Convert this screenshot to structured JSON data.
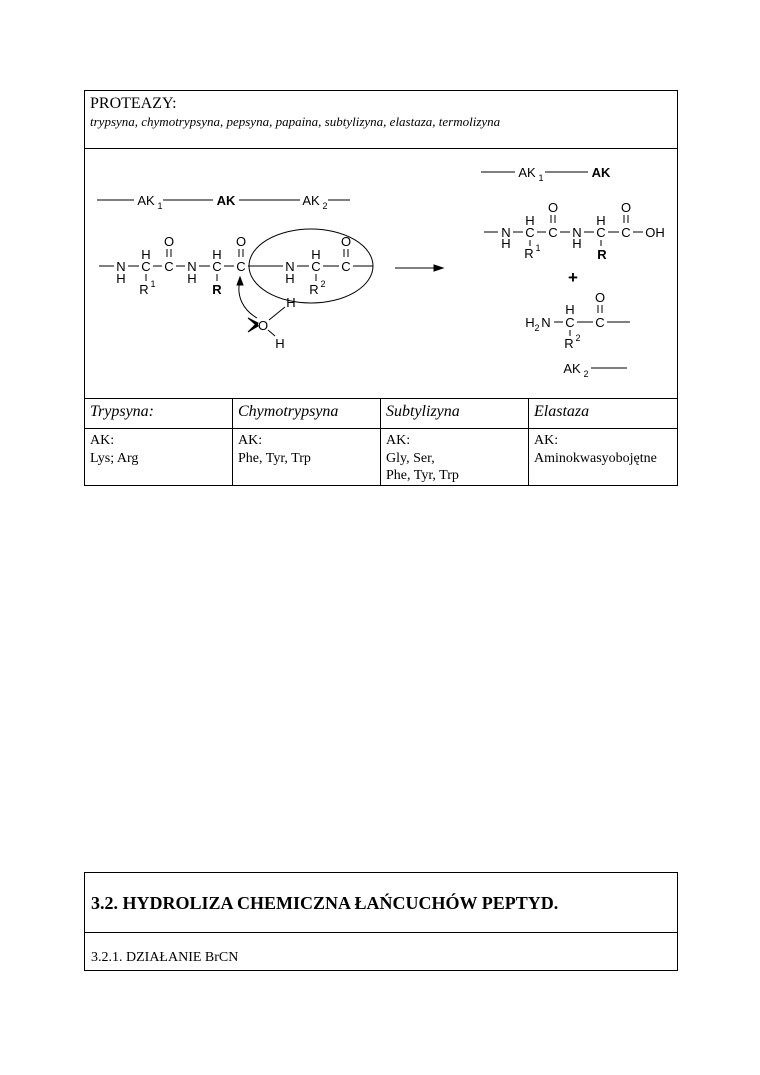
{
  "header": {
    "title": "PROTEAZY:",
    "subtitle": "trypsyna, chymotrypsyna, pepsyna, papaina, subtylizyna, elastaza, termolizyna"
  },
  "diagram": {
    "ak": "AK",
    "n": "N",
    "h": "H",
    "c": "C",
    "o": "O",
    "r": "R",
    "oh": "OH",
    "h2n": "H",
    "h2n_sub": "2",
    "h2n_n": "N",
    "plus": "+",
    "sub1": "1",
    "sub2": "2"
  },
  "enzymes": [
    {
      "name": "Trypsyna:",
      "ak_label": "AK:",
      "lines": [
        "Lys; Arg"
      ]
    },
    {
      "name": "Chymotrypsyna",
      "ak_label": "AK:",
      "lines": [
        "Phe, Tyr, Trp"
      ]
    },
    {
      "name": "Subtylizyna",
      "ak_label": "AK:",
      "lines": [
        "Gly, Ser,",
        "Phe, Tyr, Trp"
      ]
    },
    {
      "name": "Elastaza",
      "ak_label": "AK:",
      "lines": [
        "Aminokwasyobojętne"
      ]
    }
  ],
  "section": {
    "title": "3.2. HYDROLIZA CHEMICZNA ŁAŃCUCHÓW PEPTYD.",
    "subtitle": "3.2.1. DZIAŁANIE BrCN"
  }
}
